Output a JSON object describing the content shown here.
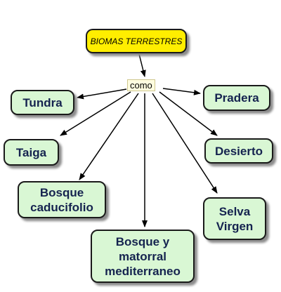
{
  "root": {
    "label": "BIOMAS TERRESTRES"
  },
  "linker": {
    "label": "como"
  },
  "biomes": {
    "tundra": "Tundra",
    "pradera": "Pradera",
    "taiga": "Taiga",
    "desierto": "Desierto",
    "bosque_caducifolio": "Bosque caducifolio",
    "selva_virgen": "Selva Virgen",
    "bosque_mediterraneo": "Bosque y matorral mediterraneo"
  },
  "colors": {
    "root_fill": "#ffee00",
    "biome_fill": "#d9f7d4",
    "biome_text": "#15234f",
    "edge": "#000000"
  }
}
